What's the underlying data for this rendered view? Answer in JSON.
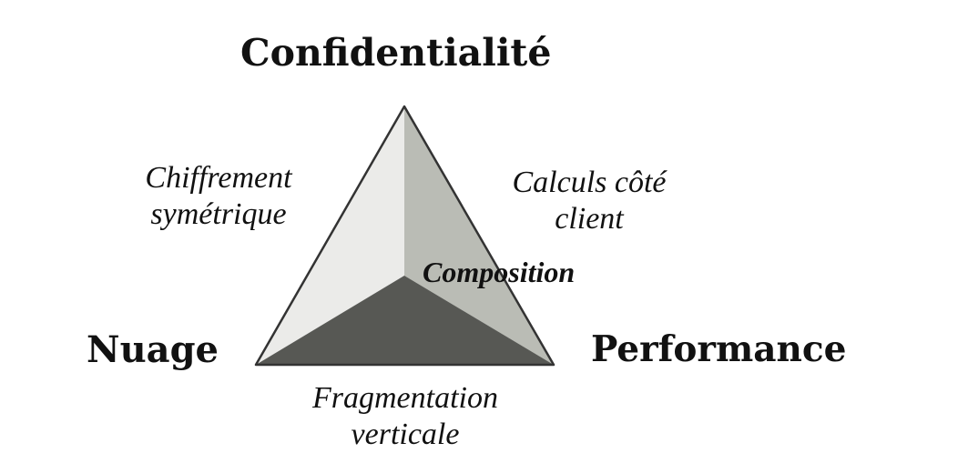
{
  "vertices": {
    "top": "Confidentialité",
    "left": "Nuage",
    "right": "Performance"
  },
  "edges": {
    "left": {
      "line1": "Chiffrement",
      "line2": "symétrique"
    },
    "right": {
      "line1": "Calculs côté",
      "line2": "client"
    },
    "bottom": {
      "line1": "Fragmentation",
      "line2": "verticale"
    }
  },
  "center": "Composition",
  "colors": {
    "face_left": "#ebebe9",
    "face_right": "#babcb5",
    "face_bottom": "#575854",
    "outline": "#333333",
    "text": "#111111"
  }
}
